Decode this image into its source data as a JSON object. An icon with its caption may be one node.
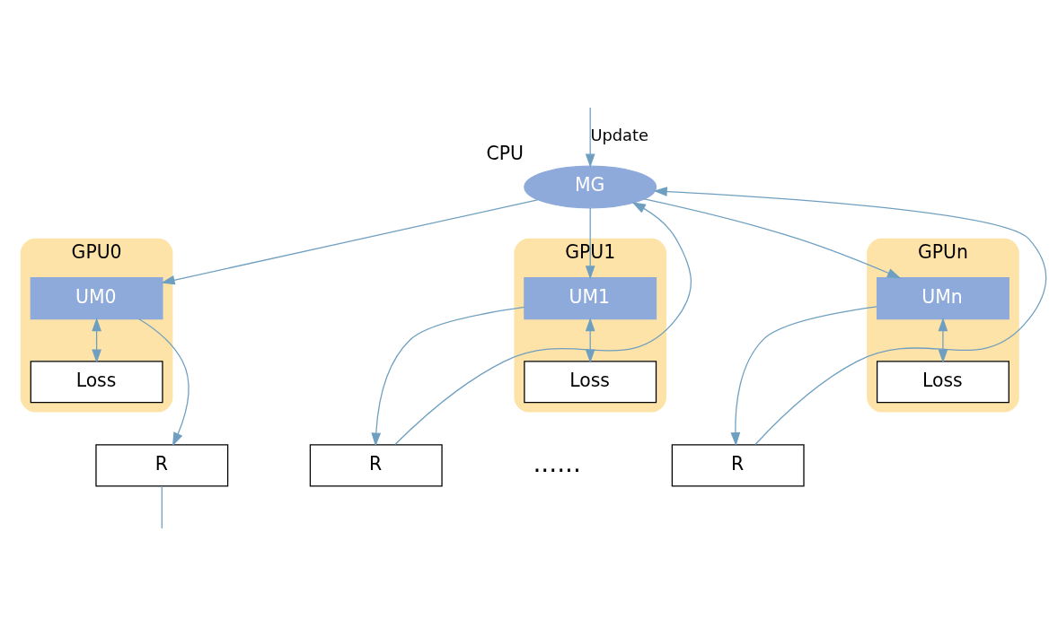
{
  "diagram": {
    "nodes": [
      {
        "text": [
          "MG"
        ],
        "beside": [
          "CPU"
        ]
      },
      {
        "text": [
          "GPU0"
        ]
      },
      {
        "text": [
          "UM0"
        ],
        "in": 1
      },
      {
        "text": [
          "Loss"
        ],
        "in": 1
      },
      {
        "text": [
          "GPU1"
        ]
      },
      {
        "text": [
          "UM1"
        ],
        "in": 4
      },
      {
        "text": [
          "Loss"
        ],
        "in": 4
      },
      {
        "text": [
          "GPUn"
        ]
      },
      {
        "text": [
          "UMn"
        ],
        "in": 7
      },
      {
        "text": [
          "Loss"
        ],
        "in": 7
      },
      {
        "text": [
          "R"
        ]
      },
      {
        "text": [
          "R"
        ]
      },
      {
        "text": [
          "R"
        ]
      }
    ],
    "edges": [
      {
        "from": 0,
        "to": 2,
        "arrow": "to"
      },
      {
        "from": 0,
        "to": 5,
        "arrow": "to"
      },
      {
        "from": 0,
        "to": 8,
        "arrow": "to"
      },
      {
        "from": 2,
        "to": 3,
        "arrow": "both"
      },
      {
        "from": 5,
        "to": 6,
        "arrow": "both"
      },
      {
        "from": 8,
        "to": 9,
        "arrow": "both"
      },
      {
        "from": 2,
        "to": 10,
        "arrow": "to"
      },
      {
        "from": 5,
        "to": 11,
        "arrow": "to"
      },
      {
        "from": 8,
        "to": 12,
        "arrow": "to"
      },
      {
        "from": 10,
        "to": null,
        "arrow": "none"
      },
      {
        "from": null,
        "to": 0,
        "arrow": "to",
        "label": "Update"
      },
      {
        "from": 11,
        "to": 0,
        "arrow": "to"
      },
      {
        "from": 12,
        "to": 0,
        "arrow": "to"
      }
    ],
    "labels": [
      "......"
    ]
  }
}
